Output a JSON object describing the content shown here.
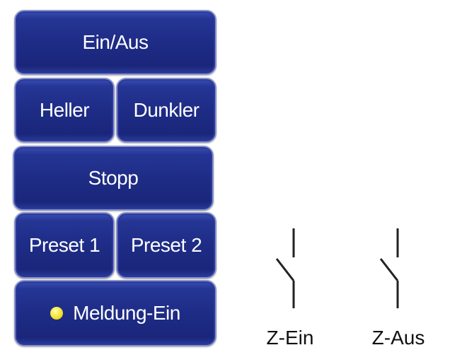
{
  "buttons": {
    "on_off": "Ein/Aus",
    "brighter": "Heller",
    "darker": "Dunkler",
    "stop": "Stopp",
    "preset1": "Preset 1",
    "preset2": "Preset 2",
    "status": "Meldung-Ein"
  },
  "status_led_color": "#f4e02a",
  "switches": [
    {
      "label": "Z-Ein",
      "icon": "switch-open-icon"
    },
    {
      "label": "Z-Aus",
      "icon": "switch-open-icon"
    }
  ]
}
